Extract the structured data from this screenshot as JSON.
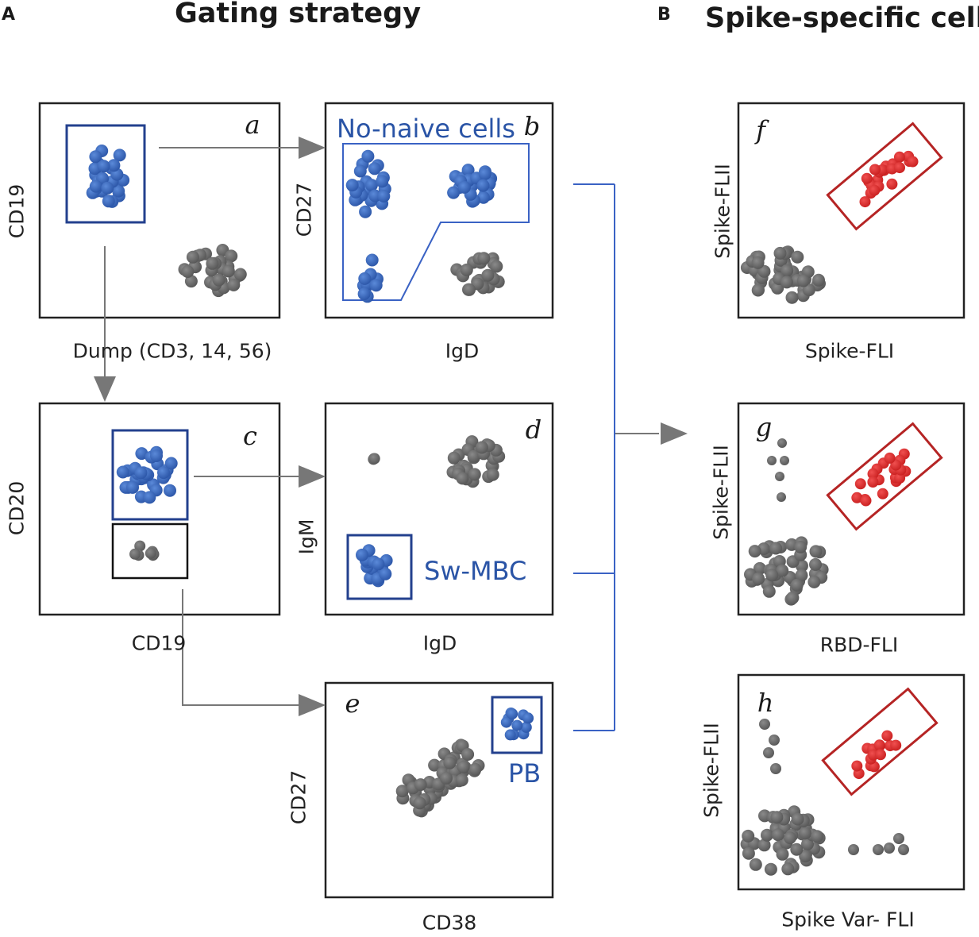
{
  "figure": {
    "section_a": {
      "label": "A",
      "heading": "Gating strategy"
    },
    "section_b": {
      "label": "B",
      "heading": "Spike-specific cells"
    }
  },
  "panels": {
    "a": {
      "letter": "a",
      "ylabel": "CD19",
      "xlabel": "Dump (CD3, 14, 56)"
    },
    "b": {
      "letter": "b",
      "ylabel": "CD27",
      "xlabel": "IgD",
      "gate_label": "No-naive cells"
    },
    "c": {
      "letter": "c",
      "ylabel": "CD20",
      "xlabel": "CD19"
    },
    "d": {
      "letter": "d",
      "ylabel": "IgM",
      "xlabel": "IgD",
      "gate_label": "Sw-MBC"
    },
    "e": {
      "letter": "e",
      "ylabel": "CD27",
      "xlabel": "CD38",
      "gate_label": "PB"
    },
    "f": {
      "letter": "f",
      "ylabel": "Spike-FLII",
      "xlabel": "Spike-FLI"
    },
    "g": {
      "letter": "g",
      "ylabel": "Spike-FLII",
      "xlabel": "RBD-FLI"
    },
    "h": {
      "letter": "h",
      "ylabel": "Spike-FLII",
      "xlabel": "Spike Var- FLI"
    }
  },
  "colors": {
    "gated_population": "#2f5fb5",
    "ungated_population": "#626262",
    "spike_positive": "#d42a2a",
    "gate_blue": "#23408e",
    "gate_red": "#b52424",
    "connector": "#3a62c4",
    "arrow": "#777777"
  }
}
